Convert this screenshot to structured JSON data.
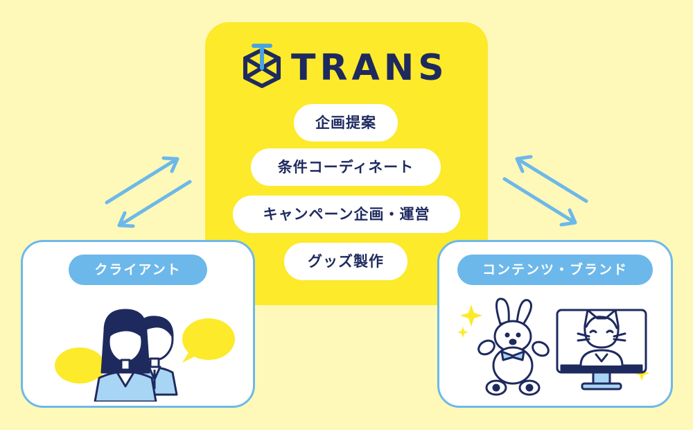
{
  "brand": {
    "name": "TRANS",
    "colors": {
      "navy": "#1e2a5e",
      "yellow": "#fcea2b",
      "blue": "#6db8ea",
      "background": "#fef9b8"
    }
  },
  "services": [
    "企画提案",
    "条件コーディネート",
    "キャンペーン企画・運営",
    "グッズ製作"
  ],
  "client": {
    "label": "クライアント",
    "illustration": "business-people-icon"
  },
  "contents": {
    "label": "コンテンツ・ブランド",
    "illustration": "plush-toy-and-monitor-icon"
  },
  "connectors": [
    "left-bidirectional-arrow-icon",
    "right-bidirectional-arrow-icon"
  ]
}
